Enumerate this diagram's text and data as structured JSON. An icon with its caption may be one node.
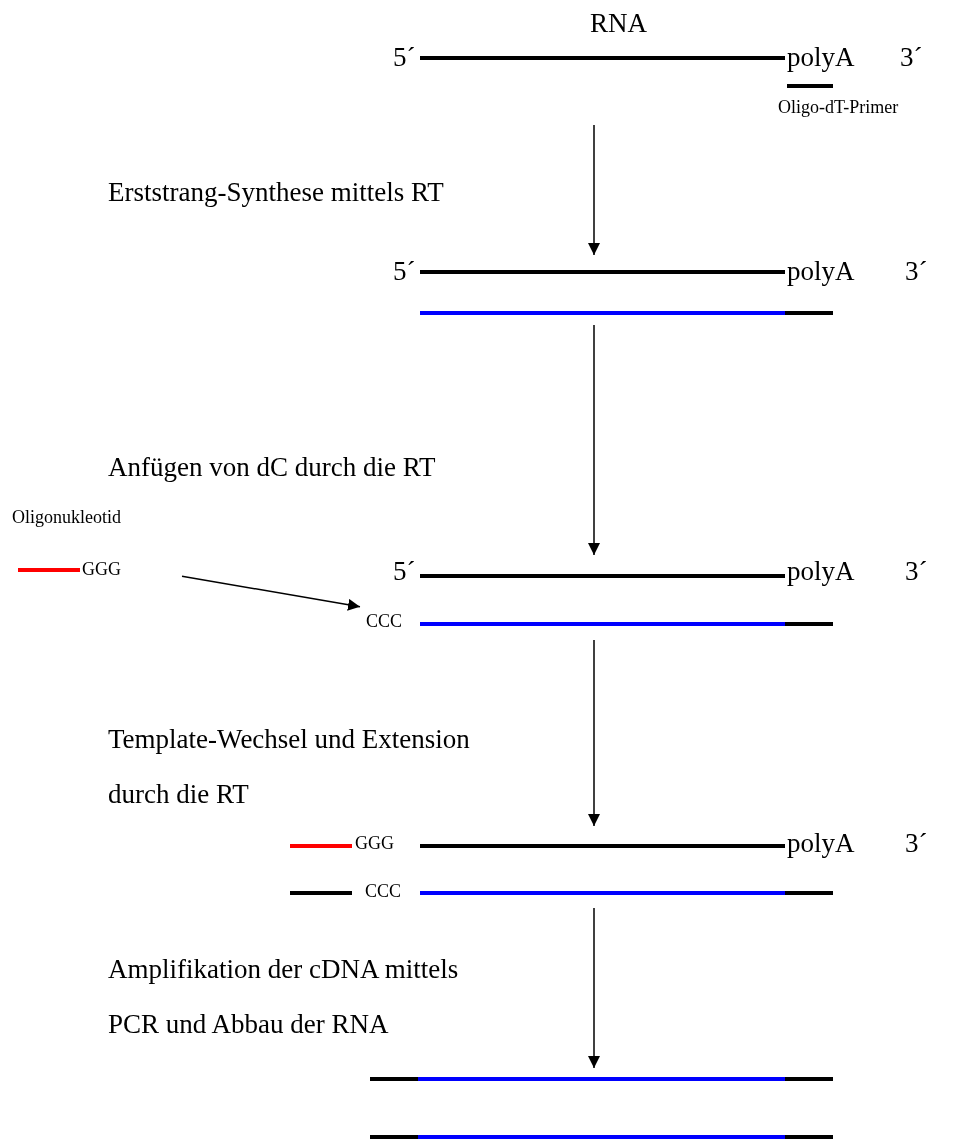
{
  "diagram": {
    "nodes": [
      {
        "text": [
          "RNA",
          "5´",
          "polyA",
          "3´",
          "Oligo-dT-Primer"
        ]
      },
      {
        "text": [
          "5´",
          "polyA",
          "3´"
        ]
      },
      {
        "text": [
          "Oligonukleotid",
          "GGG"
        ]
      },
      {
        "text": [
          "5´",
          "polyA",
          "3´",
          "CCC"
        ]
      },
      {
        "text": [
          "GGG",
          "polyA",
          "3´",
          "CCC"
        ]
      },
      {
        "text": [],
        "shape": "bar"
      }
    ],
    "edges": [
      {
        "from": 0,
        "to": 1,
        "arrow": "to"
      },
      {
        "from": 1,
        "to": 3,
        "arrow": "to"
      },
      {
        "from": 2,
        "to": 3,
        "arrow": "to"
      },
      {
        "from": 3,
        "to": 4,
        "arrow": "to"
      },
      {
        "from": 4,
        "to": 5,
        "arrow": "to"
      }
    ],
    "labels": [
      "Erststrang-Synthese mittels RT",
      "Anfügen von dC durch die RT",
      "Template-Wechsel und Extension durch die RT",
      "Amplifikation der cDNA mittels PCR und Abbau der RNA"
    ]
  }
}
